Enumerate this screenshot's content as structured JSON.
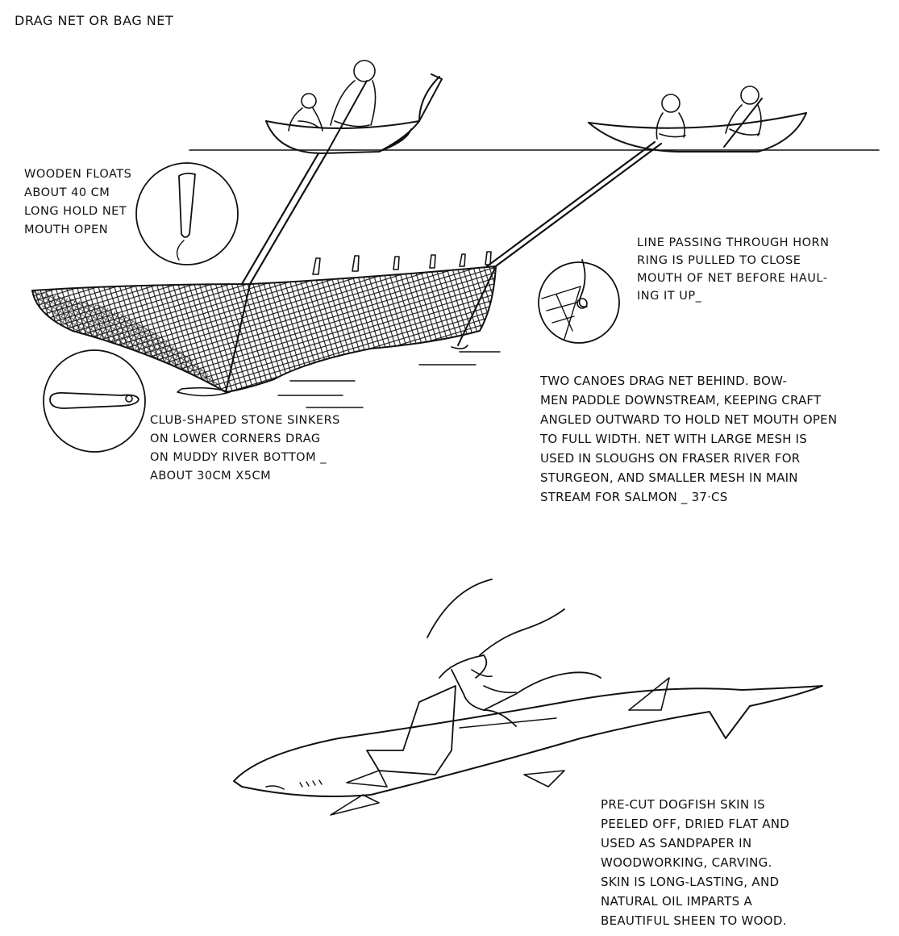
{
  "title": "DRAG NET OR BAG NET",
  "floats_caption": [
    "WOODEN FLOATS",
    "ABOUT 40 cm",
    "LONG HOLD NET",
    "MOUTH OPEN"
  ],
  "horn_caption": [
    "LINE PASSING THROUGH HORN",
    "RING IS PULLED TO CLOSE",
    "MOUTH OF NET BEFORE HAUL-",
    "ING IT UP_"
  ],
  "canoes_caption": [
    "TWO CANOES DRAG NET BEHIND. BOW-",
    "MEN PADDLE DOWNSTREAM, KEEPING CRAFT",
    "ANGLED OUTWARD TO HOLD NET MOUTH OPEN",
    "TO FULL WIDTH.  NET WITH LARGE MESH IS",
    "USED IN SLOUGHS ON FRASER RIVER FOR",
    "STURGEON, AND SMALLER MESH IN MAIN",
    "STREAM FOR SALMON _ 37·CS"
  ],
  "sinkers_caption": [
    "CLUB-SHAPED STONE SINKERS",
    "ON LOWER CORNERS DRAG",
    "ON MUDDY RIVER BOTTOM _",
    "ABOUT 30cm x5cm"
  ],
  "dogfish_caption": [
    "PRE-CUT DOGFISH SKIN IS",
    "PEELED OFF, DRIED FLAT AND",
    "USED AS SANDPAPER  IN",
    "WOODWORKING, CARVING.",
    "SKIN IS LONG-LASTING, AND",
    "NATURAL OIL IMPARTS A",
    "BEAUTIFUL SHEEN TO WOOD."
  ]
}
